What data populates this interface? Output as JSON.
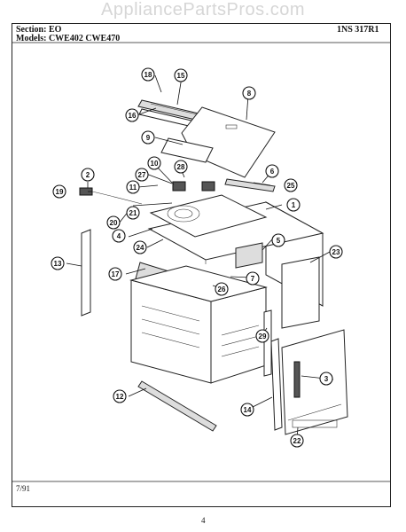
{
  "watermark": "AppliancePartsPros.com",
  "header": {
    "section_label": "Section: EO",
    "models_label": "Models: CWE402 CWE470",
    "part_number": "1NS 317R1"
  },
  "footer": {
    "date": "7/91",
    "page": "4"
  },
  "callouts": [
    "1",
    "2",
    "3",
    "4",
    "5",
    "6",
    "7",
    "8",
    "9",
    "10",
    "11",
    "12",
    "13",
    "14",
    "15",
    "16",
    "17",
    "18",
    "19",
    "20",
    "21",
    "22",
    "23",
    "24",
    "25",
    "26",
    "27",
    "28",
    "29"
  ]
}
